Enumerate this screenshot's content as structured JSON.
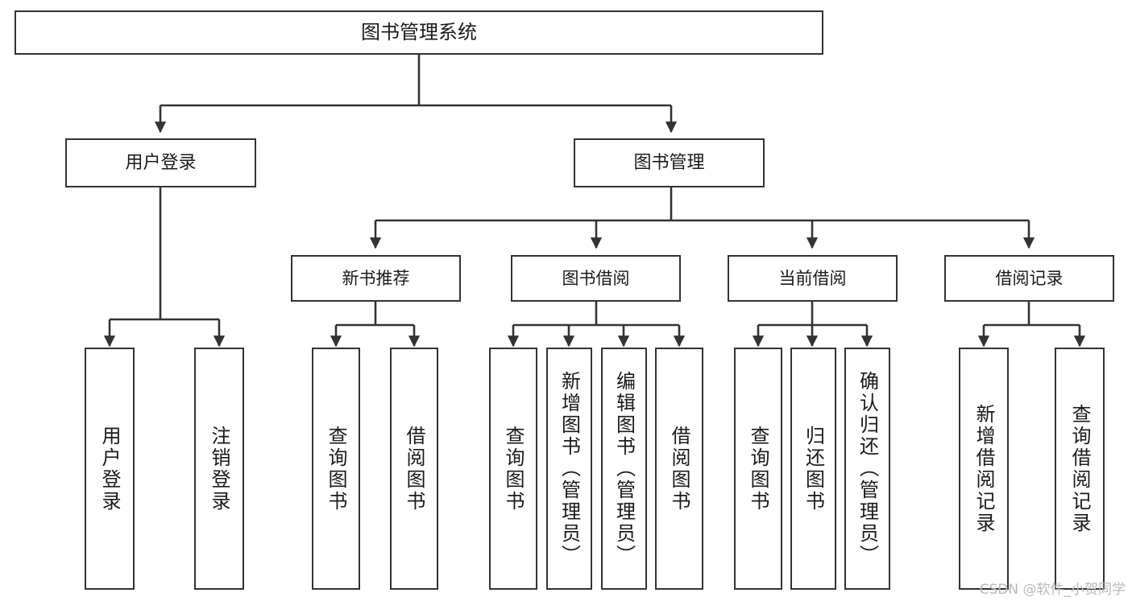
{
  "diagram": {
    "title": "图书管理系统",
    "type": "tree-hierarchy",
    "watermark": "CSDN @软件_小贺同学",
    "colors": {
      "border": "#333333",
      "box_fill": "#ffffff",
      "connector": "#333333",
      "text": "#1a1a1a",
      "watermark": "#b9b9b9",
      "page_background": "#ffffff"
    },
    "root": {
      "label": "图书管理系统"
    },
    "level1": [
      {
        "label": "用户登录"
      },
      {
        "label": "图书管理"
      }
    ],
    "level2": [
      {
        "label": "新书推荐"
      },
      {
        "label": "图书借阅"
      },
      {
        "label": "当前借阅"
      },
      {
        "label": "借阅记录"
      }
    ],
    "leaves": {
      "user_login": [
        {
          "label": "用户登录"
        },
        {
          "label": "注销登录"
        }
      ],
      "new_book_recommend": [
        {
          "label": "查询图书"
        },
        {
          "label": "借阅图书"
        }
      ],
      "book_borrow": [
        {
          "label": "查询图书"
        },
        {
          "label": "新增图书（管理员）"
        },
        {
          "label": "编辑图书（管理员）"
        },
        {
          "label": "借阅图书"
        }
      ],
      "current_borrow": [
        {
          "label": "查询图书"
        },
        {
          "label": "归还图书"
        },
        {
          "label": "确认归还（管理员）"
        }
      ],
      "borrow_record": [
        {
          "label": "新增借阅记录"
        },
        {
          "label": "查询借阅记录"
        }
      ]
    }
  }
}
